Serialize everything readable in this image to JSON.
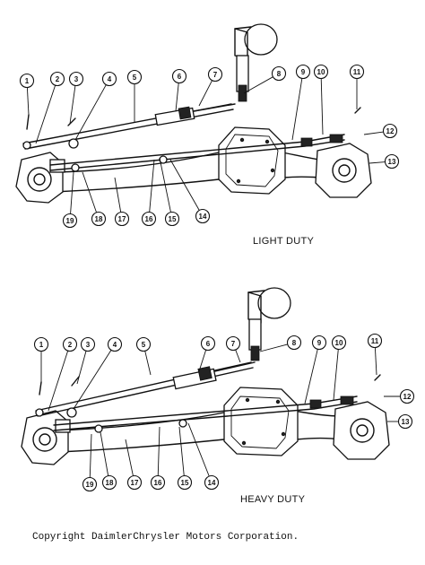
{
  "diagrams": [
    {
      "caption": "LIGHT DUTY",
      "callouts": [
        "1",
        "2",
        "3",
        "4",
        "5",
        "6",
        "7",
        "8",
        "9",
        "10",
        "11",
        "12",
        "13",
        "14",
        "15",
        "16",
        "17",
        "18",
        "19"
      ]
    },
    {
      "caption": "HEAVY DUTY",
      "callouts": [
        "1",
        "2",
        "3",
        "4",
        "5",
        "6",
        "7",
        "8",
        "9",
        "10",
        "11",
        "12",
        "13",
        "14",
        "15",
        "16",
        "17",
        "18",
        "19"
      ]
    }
  ],
  "copyright": "Copyright DaimlerChrysler Motors Corporation."
}
